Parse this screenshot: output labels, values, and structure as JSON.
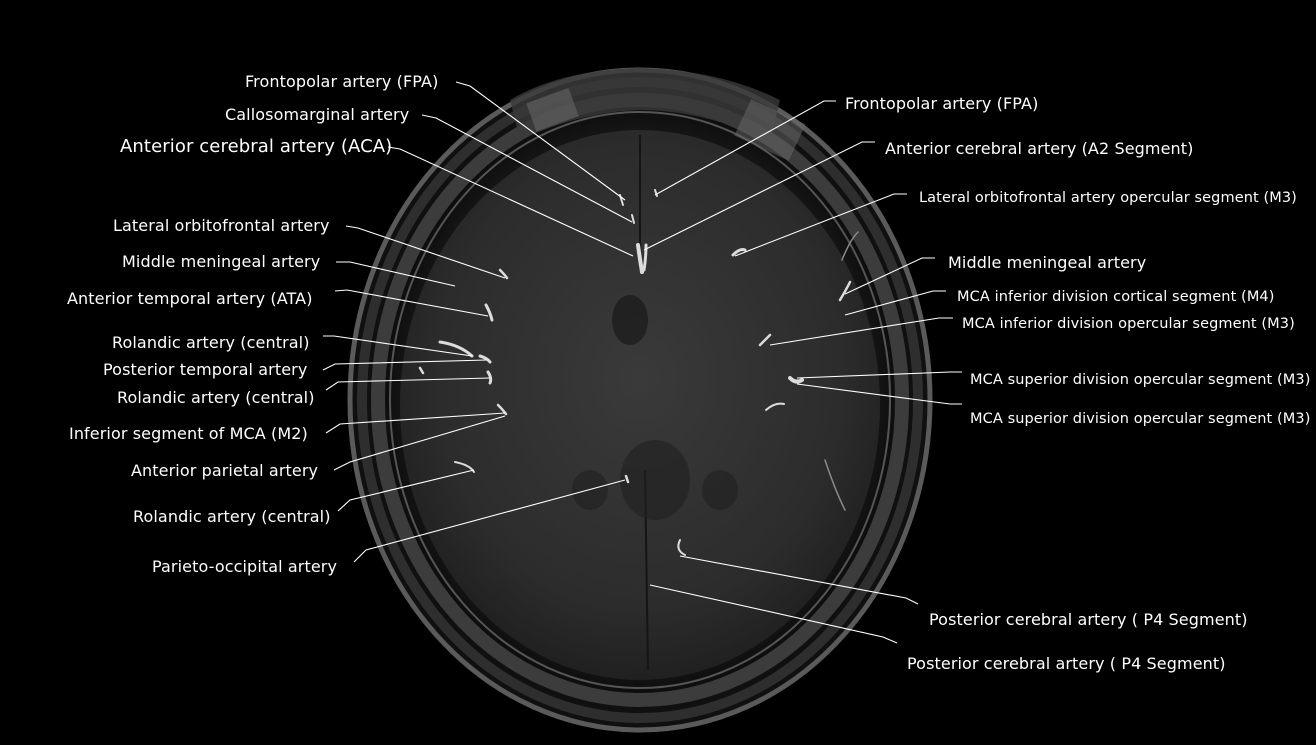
{
  "labels": {
    "left": [
      "Frontopolar artery (FPA)",
      "Callosomarginal artery",
      "Anterior cerebral artery (ACA)",
      "Lateral orbitofrontal artery",
      "Middle meningeal artery",
      "Anterior temporal artery (ATA)",
      "Rolandic artery (central)",
      "Posterior temporal artery",
      "Rolandic artery (central)",
      "Inferior segment of MCA (M2)",
      "Anterior parietal artery",
      "Rolandic artery (central)",
      "Parieto-occipital artery"
    ],
    "right": [
      "Frontopolar artery (FPA)",
      "Anterior cerebral artery (A2 Segment)",
      "Lateral orbitofrontal artery opercular segment (M3)",
      "Middle meningeal artery",
      "MCA inferior division cortical segment (M4)",
      "MCA inferior division opercular segment (M3)",
      "MCA superior division opercular segment (M3)",
      "MCA superior division opercular segment (M3)",
      "Posterior cerebral artery ( P4 Segment)",
      "Posterior cerebral artery ( P4 Segment)"
    ]
  },
  "colors": {
    "background": "#000000",
    "label": "#ffffff",
    "leader": "#ffffff"
  }
}
